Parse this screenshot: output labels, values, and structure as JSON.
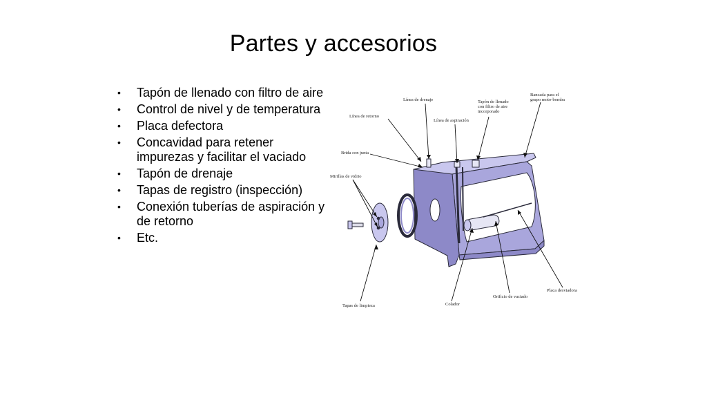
{
  "title": "Partes y accesorios",
  "bullets": [
    "Tapón de llenado con filtro de aire",
    "Control de nivel y de temperatura",
    "Placa defectora",
    "Concavidad para retener impurezas y facilitar el vaciado",
    "Tapón de drenaje",
    "Tapas de registro (inspección)",
    "Conexión tuberías de aspiración y de retorno",
    "Etc."
  ],
  "bullet_symbol": "•",
  "diagram": {
    "labels": {
      "drain_line": "Línea de drenaje",
      "fill_cap_1": "Tapón de llenado",
      "fill_cap_2": "con filtro de aire",
      "fill_cap_3": "incorporado",
      "bench_1": "Bancada para el",
      "bench_2": "grupo moto-bomba",
      "return_line": "Línea de retorno",
      "suction_line": "Línea de aspiración",
      "flange": "Brida con junta",
      "sight_glass": "Mirillas de vidrio",
      "clean_covers": "Tapas de limpieza",
      "strainer": "Colador",
      "drain_hole": "Orificio de vaciado",
      "baffle": "Placa desviadora"
    },
    "colors": {
      "tank_body": "#a9a6dc",
      "tank_dark": "#8d89c8",
      "tank_light": "#c9c7ee",
      "outline": "#2a2a3a"
    }
  }
}
